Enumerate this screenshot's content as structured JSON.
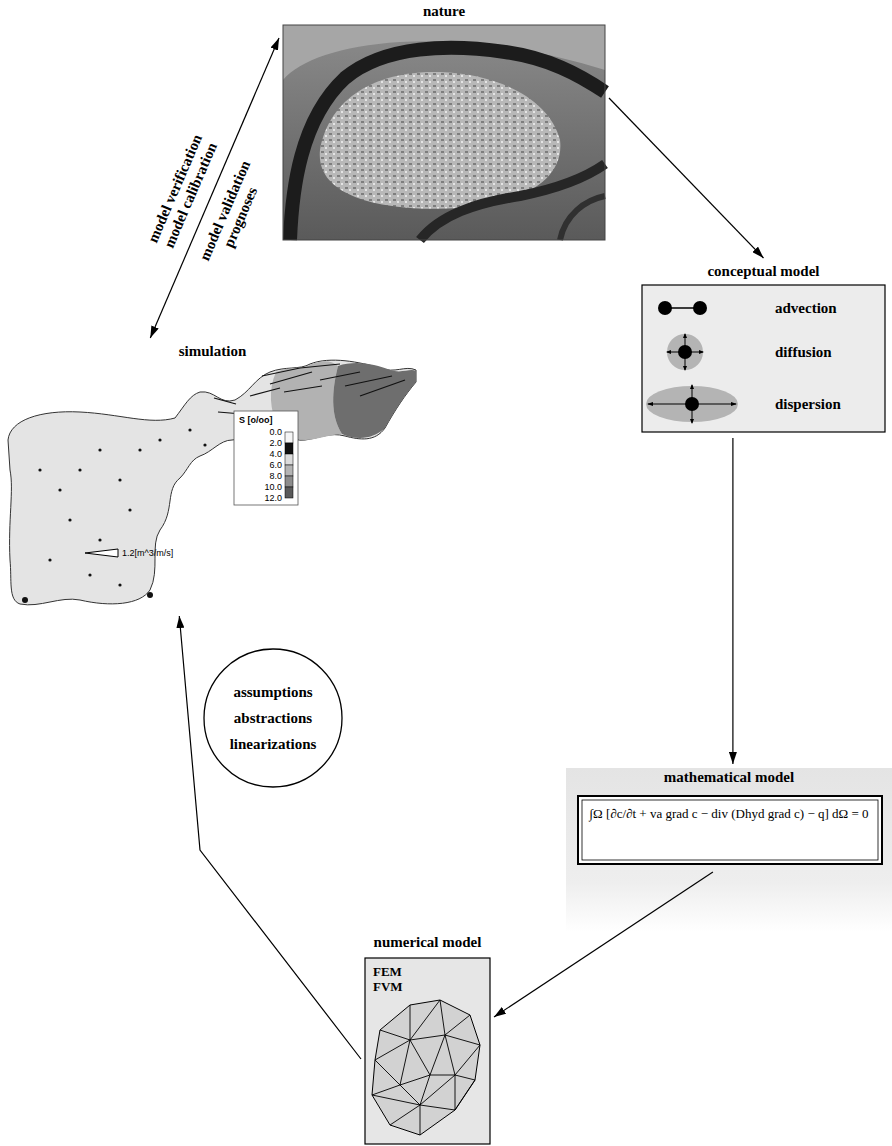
{
  "diagram": {
    "nodes": [
      {
        "text": [
          "nature"
        ]
      },
      {
        "text": [
          "conceptual model",
          "advection",
          "diffusion",
          "dispersion"
        ]
      },
      {
        "text": [
          "mathematical model",
          "∫Ω [∂c/∂t + va grad c − div (Dhyd grad c) − q] dΩ = 0"
        ]
      },
      {
        "text": [
          "numerical model",
          "FEM FVM"
        ]
      },
      {
        "text": [
          "simulation"
        ]
      },
      {
        "text": [
          "assumptions",
          "abstractions",
          "linearizations"
        ]
      }
    ],
    "edges": [
      {
        "from": 0,
        "to": 1,
        "arrow": "to"
      },
      {
        "from": 1,
        "to": 2,
        "arrow": "to"
      },
      {
        "from": 2,
        "to": 3,
        "arrow": "to"
      },
      {
        "from": 3,
        "to": 4,
        "arrow": "to"
      },
      {
        "from": 4,
        "to": 0,
        "arrow": "both",
        "label": "model verification model calibration"
      }
    ],
    "labels": [
      "model validation prognoses",
      "S [o/oo]",
      "0.0",
      "2.0",
      "4.0",
      "6.0",
      "8.0",
      "10.0",
      "12.0",
      "1.2[m^3/m/s]"
    ]
  }
}
